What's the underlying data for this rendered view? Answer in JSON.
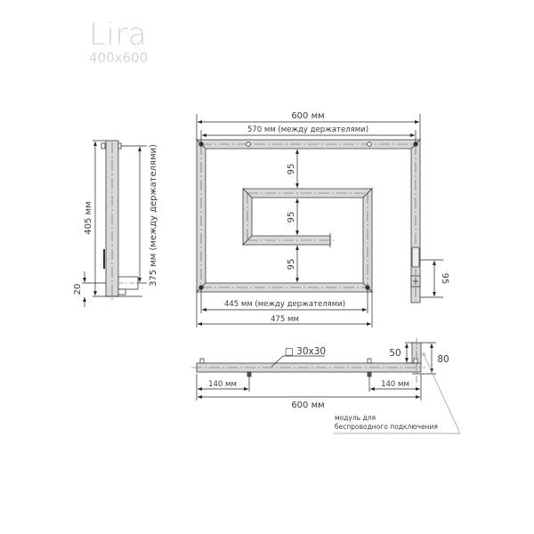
{
  "header": {
    "title": "Lira",
    "subtitle": "400x600"
  },
  "front_view": {
    "width_label": "600 мм",
    "holders_width_label": "570 мм (между держателями)",
    "gap_top": "95",
    "gap_middle": "95",
    "gap_bottom": "95",
    "bottom_holders_label": "445 мм (между держателями)",
    "bottom_width_label": "475 мм",
    "right_offset_label": "95"
  },
  "side_view": {
    "height_label": "405 мм",
    "holders_height_label": "375 мм (между держателями)",
    "bottom_offset_label": "20"
  },
  "top_view": {
    "profile_label": "□ 30x30",
    "left_offset_label": "140 мм",
    "right_offset_label": "140 мм",
    "total_width_label": "600 мм",
    "module_height_label": "50",
    "total_depth_label": "80",
    "module_note_line1": "модуль для",
    "module_note_line2": "беспроводного подключения"
  },
  "colors": {
    "tube_fill": "#d9d9d9",
    "line": "#3a3a3a",
    "title": "#d6d6d6"
  }
}
